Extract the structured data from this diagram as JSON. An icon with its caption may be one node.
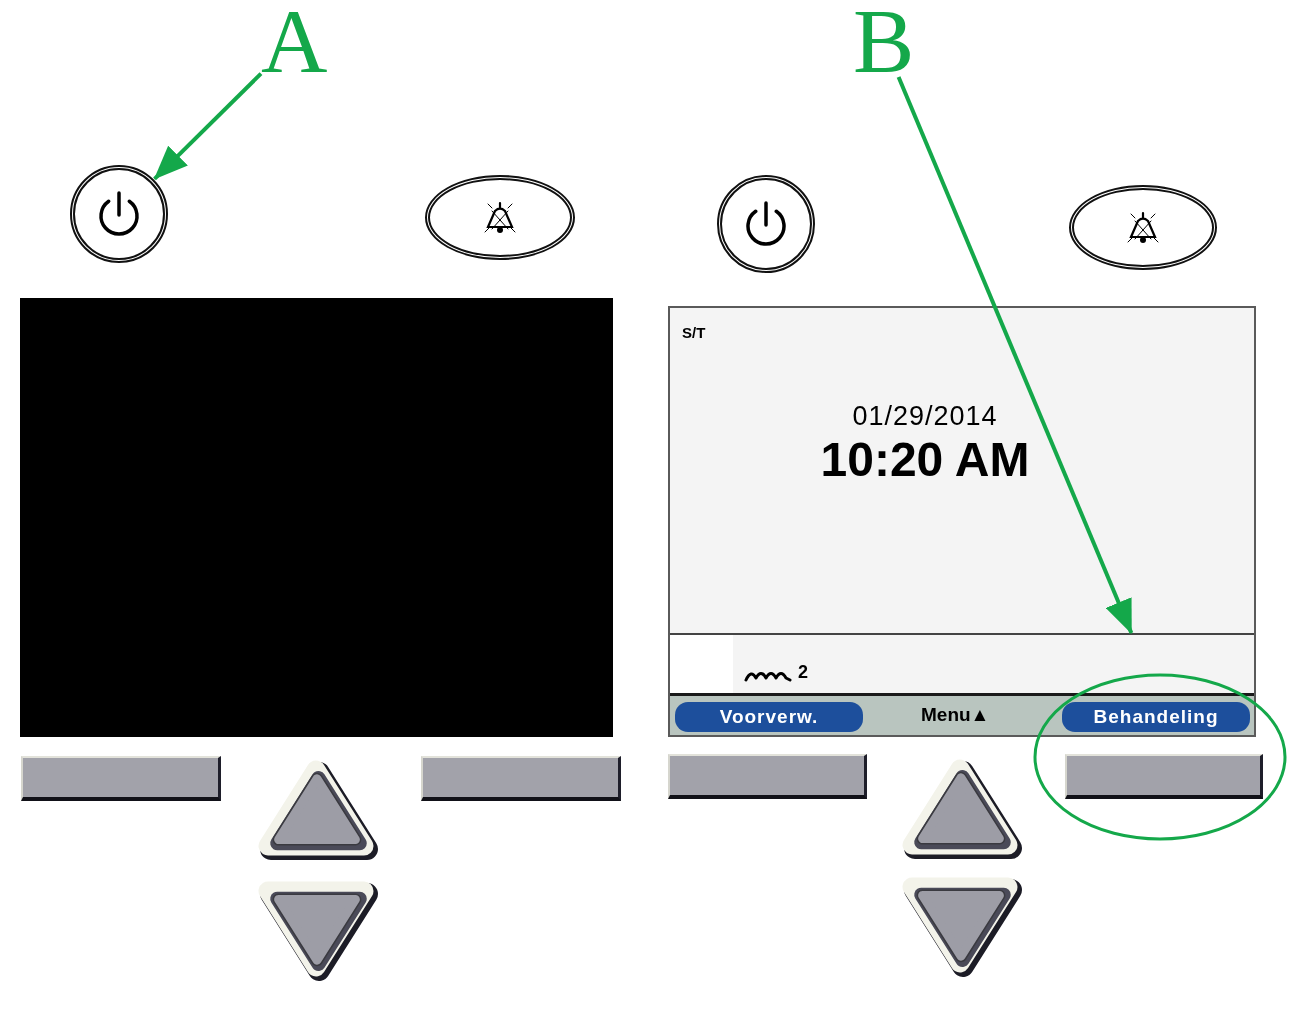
{
  "diagram": {
    "nodes": [
      {
        "text": [
          "A"
        ]
      },
      {
        "text": [
          "B"
        ]
      },
      {
        "text": [],
        "shape": "circle"
      },
      {
        "text": [],
        "shape": "circle"
      },
      {
        "text": [
          "S/T",
          "01/29/2014",
          "10:20 AM"
        ]
      },
      {
        "text": [
          "2"
        ],
        "in": 4
      },
      {
        "text": [
          "Menu▲"
        ],
        "in": 4
      },
      {
        "text": [
          "Voorverw."
        ],
        "in": 6
      },
      {
        "text": [
          "Behandeling"
        ],
        "in": 6
      },
      {
        "text": [],
        "shape": "box"
      },
      {
        "text": [],
        "shape": "box"
      },
      {
        "text": [],
        "shape": "box"
      },
      {
        "text": [],
        "shape": "box"
      }
    ],
    "edges": [
      {
        "from": 0,
        "to": 2,
        "arrow": "to"
      },
      {
        "from": 1,
        "to": 5,
        "arrow": "to"
      }
    ]
  }
}
